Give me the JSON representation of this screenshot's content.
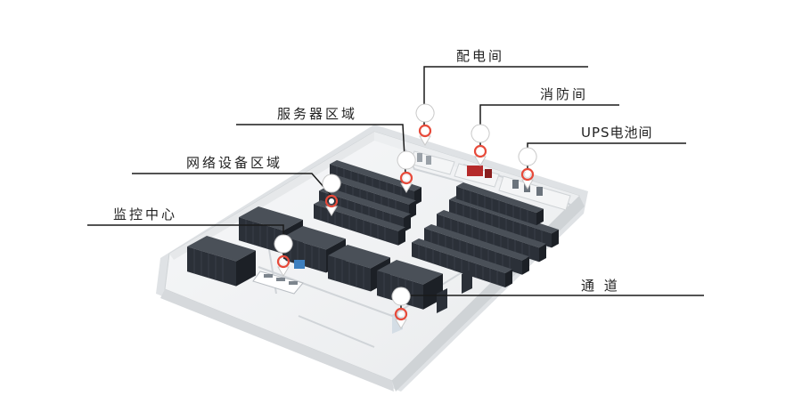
{
  "labels": {
    "power_room": "配电间",
    "fire_room": "消防间",
    "ups_room": "UPS电池间",
    "server_area": "服务器区域",
    "network_area": "网络设备区域",
    "monitor_center": "监控中心",
    "passage": "通 道"
  },
  "colors": {
    "rack": "#2b3038",
    "rack_top": "#4a5058",
    "floor": "#f2f3f4",
    "wall": "#e3e5e7",
    "pin_ring": "#e74a3a",
    "fire_equipment": "#b52a2a",
    "leader_line": "#1a1a1a"
  }
}
